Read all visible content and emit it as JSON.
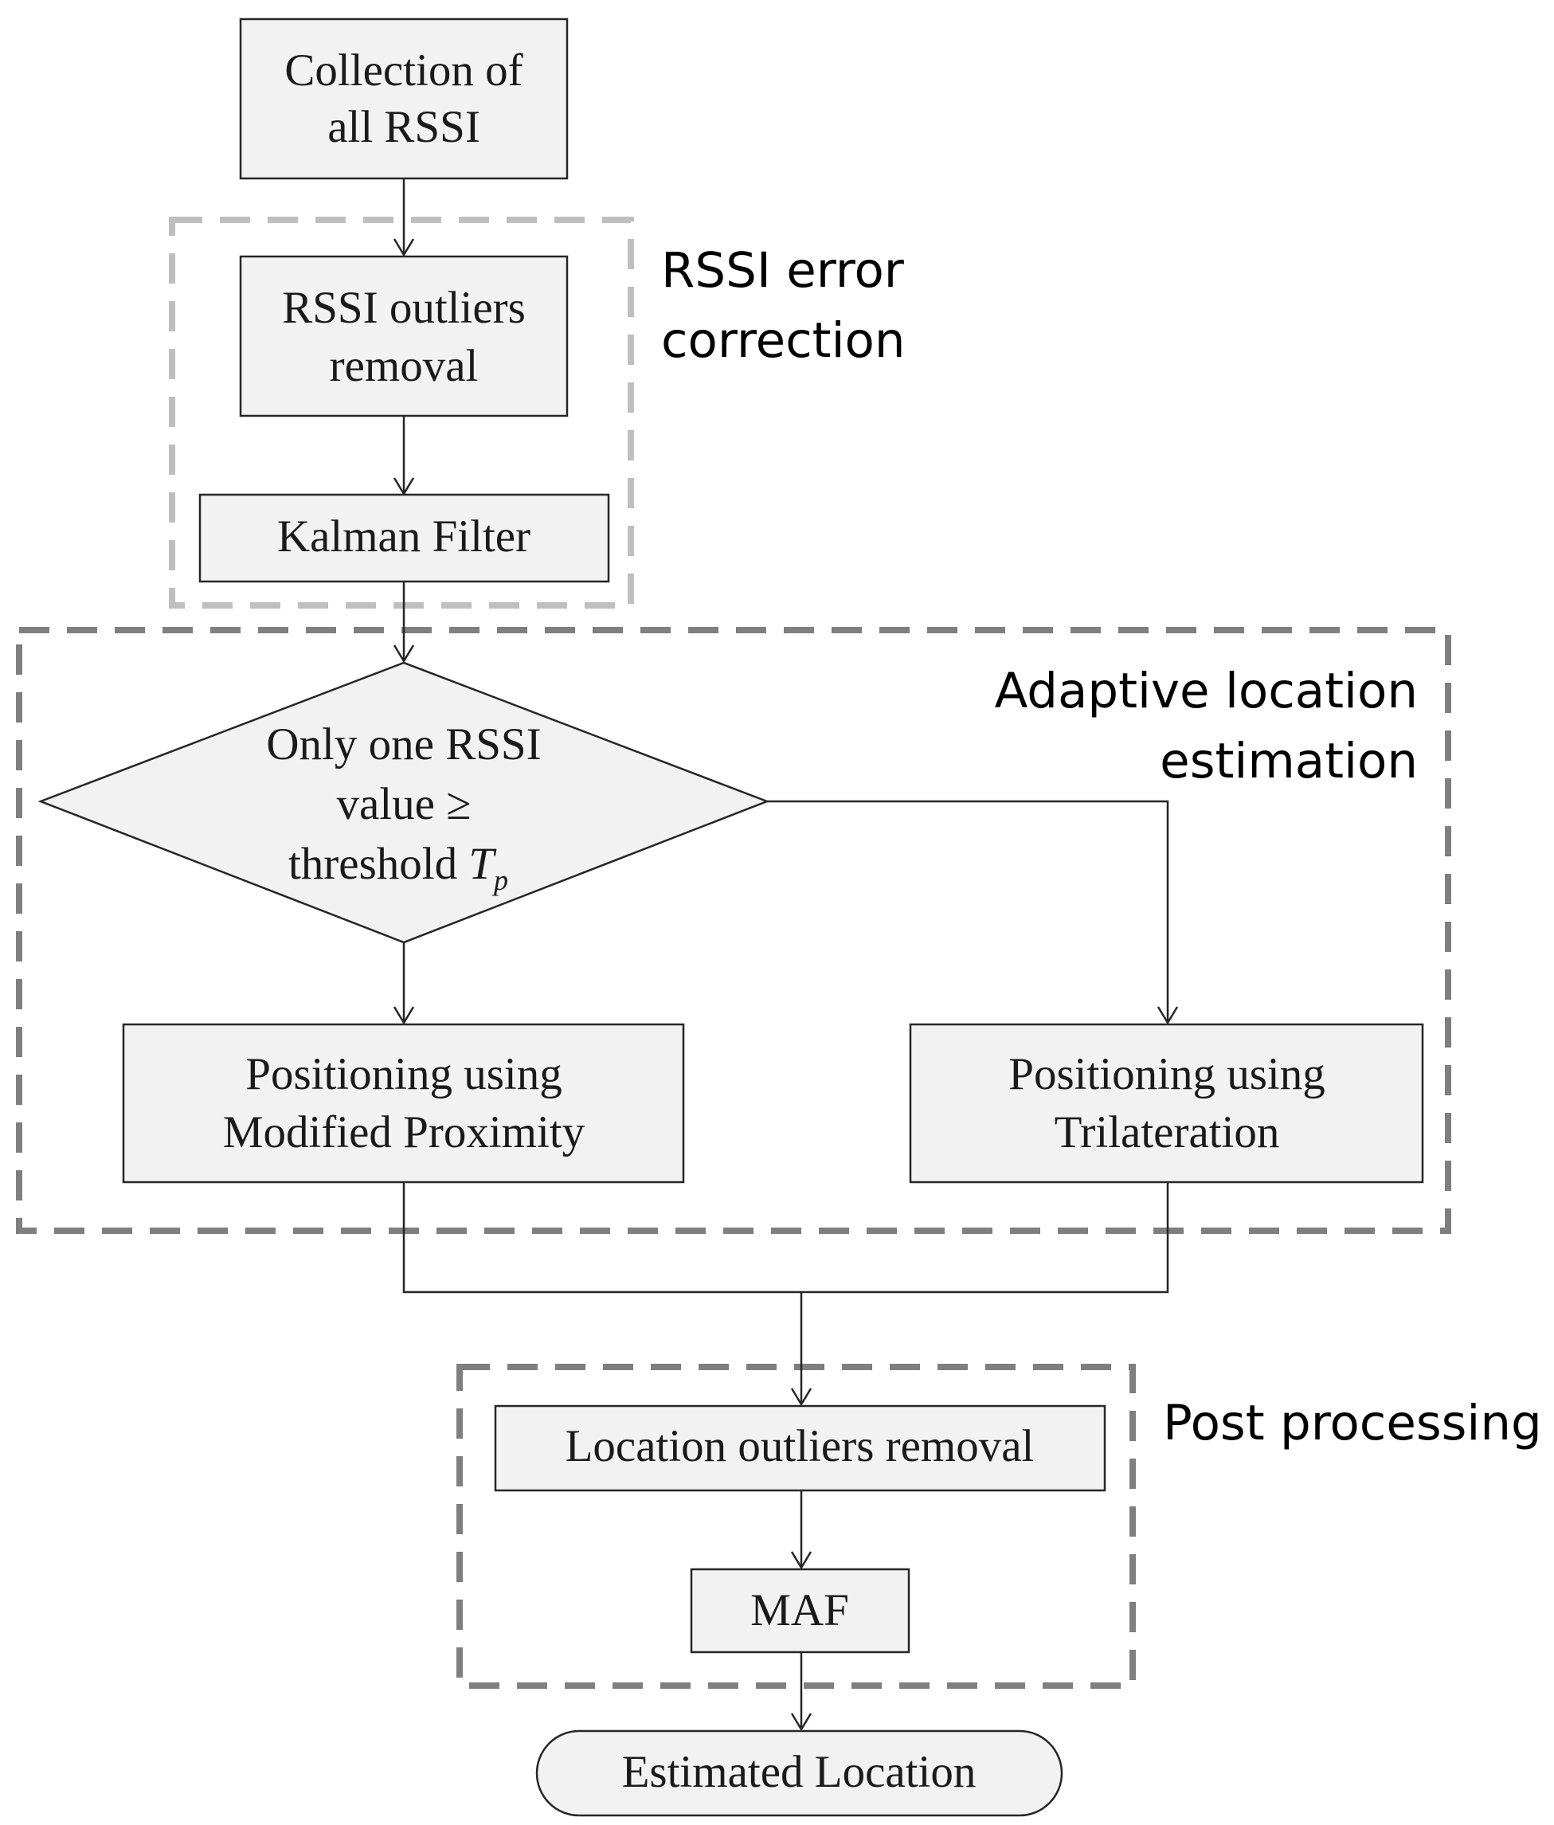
{
  "nodes": {
    "collection": {
      "line1": "Collection of",
      "line2": "all RSSI"
    },
    "outliers": {
      "line1": "RSSI outliers",
      "line2": "removal"
    },
    "kalman": {
      "label": "Kalman Filter"
    },
    "decision": {
      "line1": "Only one RSSI",
      "line2": "value ≥",
      "line3_prefix": "threshold ",
      "line3_var": "T",
      "line3_sub": "p"
    },
    "proximity": {
      "line1": "Positioning using",
      "line2": "Modified Proximity"
    },
    "trilateration": {
      "line1": "Positioning using",
      "line2": "Trilateration"
    },
    "location_outliers": {
      "label": "Location outliers removal"
    },
    "maf": {
      "label": "MAF"
    },
    "estimated": {
      "label": "Estimated Location"
    }
  },
  "groups": {
    "rssi_error": {
      "line1": "RSSI error",
      "line2": "correction"
    },
    "adaptive": {
      "line1": "Adaptive location",
      "line2": "estimation"
    },
    "post": {
      "label": "Post processing"
    }
  },
  "colors": {
    "box_fill": "#f2f2f2",
    "stroke": "#262626",
    "group_light": "#bfbfbf",
    "group_dark": "#7f7f7f"
  }
}
